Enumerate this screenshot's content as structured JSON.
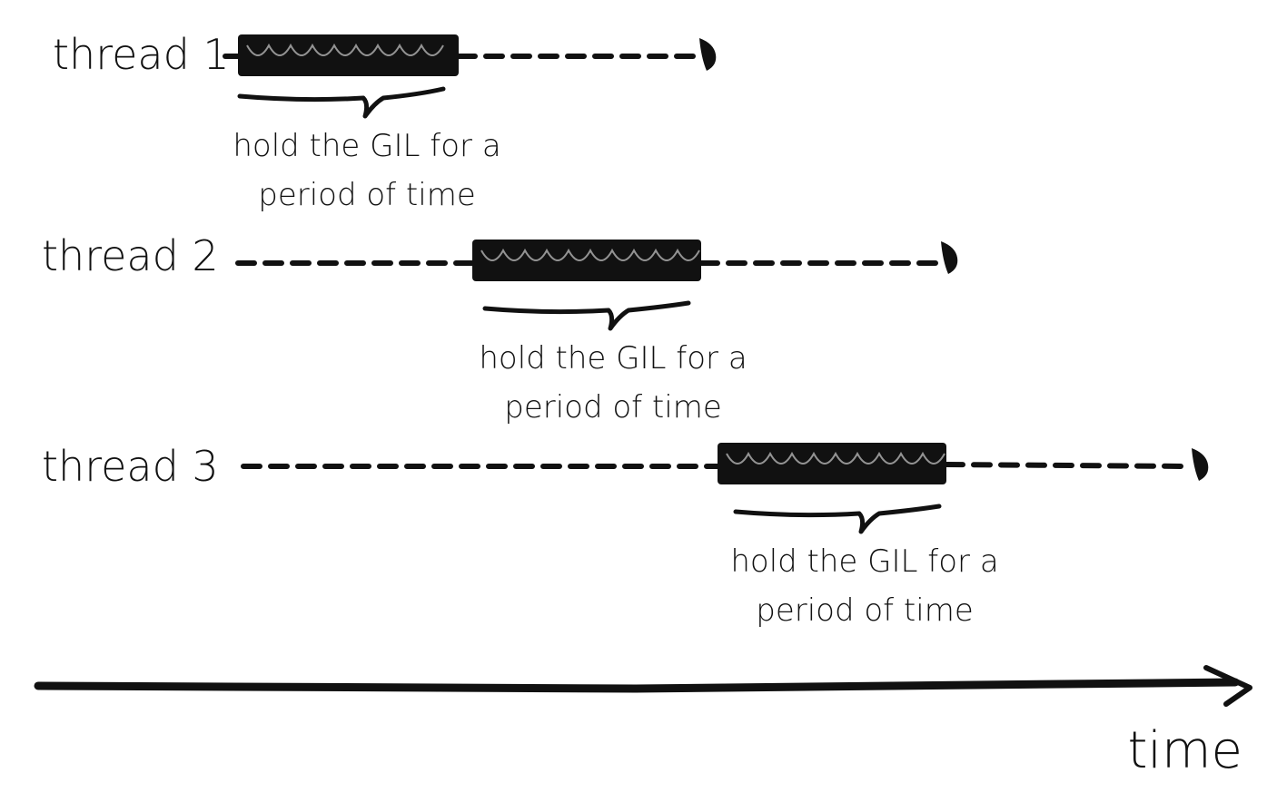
{
  "threads": [
    {
      "label": "thread 1",
      "note_line1": "hold the GIL for a",
      "note_line2": "period of time"
    },
    {
      "label": "thread 2",
      "note_line1": "hold the GIL for a",
      "note_line2": "period of time"
    },
    {
      "label": "thread 3",
      "note_line1": "hold the GIL for a",
      "note_line2": "period of time"
    }
  ],
  "axis": {
    "label": "time"
  },
  "colors": {
    "ink": "#111111",
    "background": "#ffffff"
  }
}
